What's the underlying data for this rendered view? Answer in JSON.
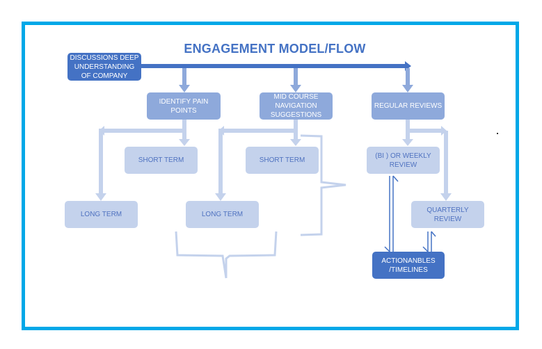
{
  "title": "ENGAGEMENT MODEL/FLOW",
  "colors": {
    "border": "#00a8e8",
    "dark_box": "#4472c4",
    "mid_box": "#8ea9db",
    "light_box": "#c4d2ec",
    "text_light_box": "#4f72c0"
  },
  "nodes": {
    "discussions": "DISCUSSIONS DEEP UNDERSTANDING OF COMPANY",
    "identify_pain_points": "IDENTIFY PAIN POINTS",
    "mid_course": "MID COURSE NAVIGATION SUGGESTIONS",
    "regular_reviews": "REGULAR REVIEWS",
    "short_term_1": "SHORT TERM",
    "long_term_1": "LONG TERM",
    "short_term_2": "SHORT TERM",
    "long_term_2": "LONG TERM",
    "weekly_review": "(BI ) OR WEEKLY REVIEW",
    "quarterly_review": "QUARTERLY REVIEW",
    "actionables": "ACTIONANBLES /TIMELINES"
  }
}
